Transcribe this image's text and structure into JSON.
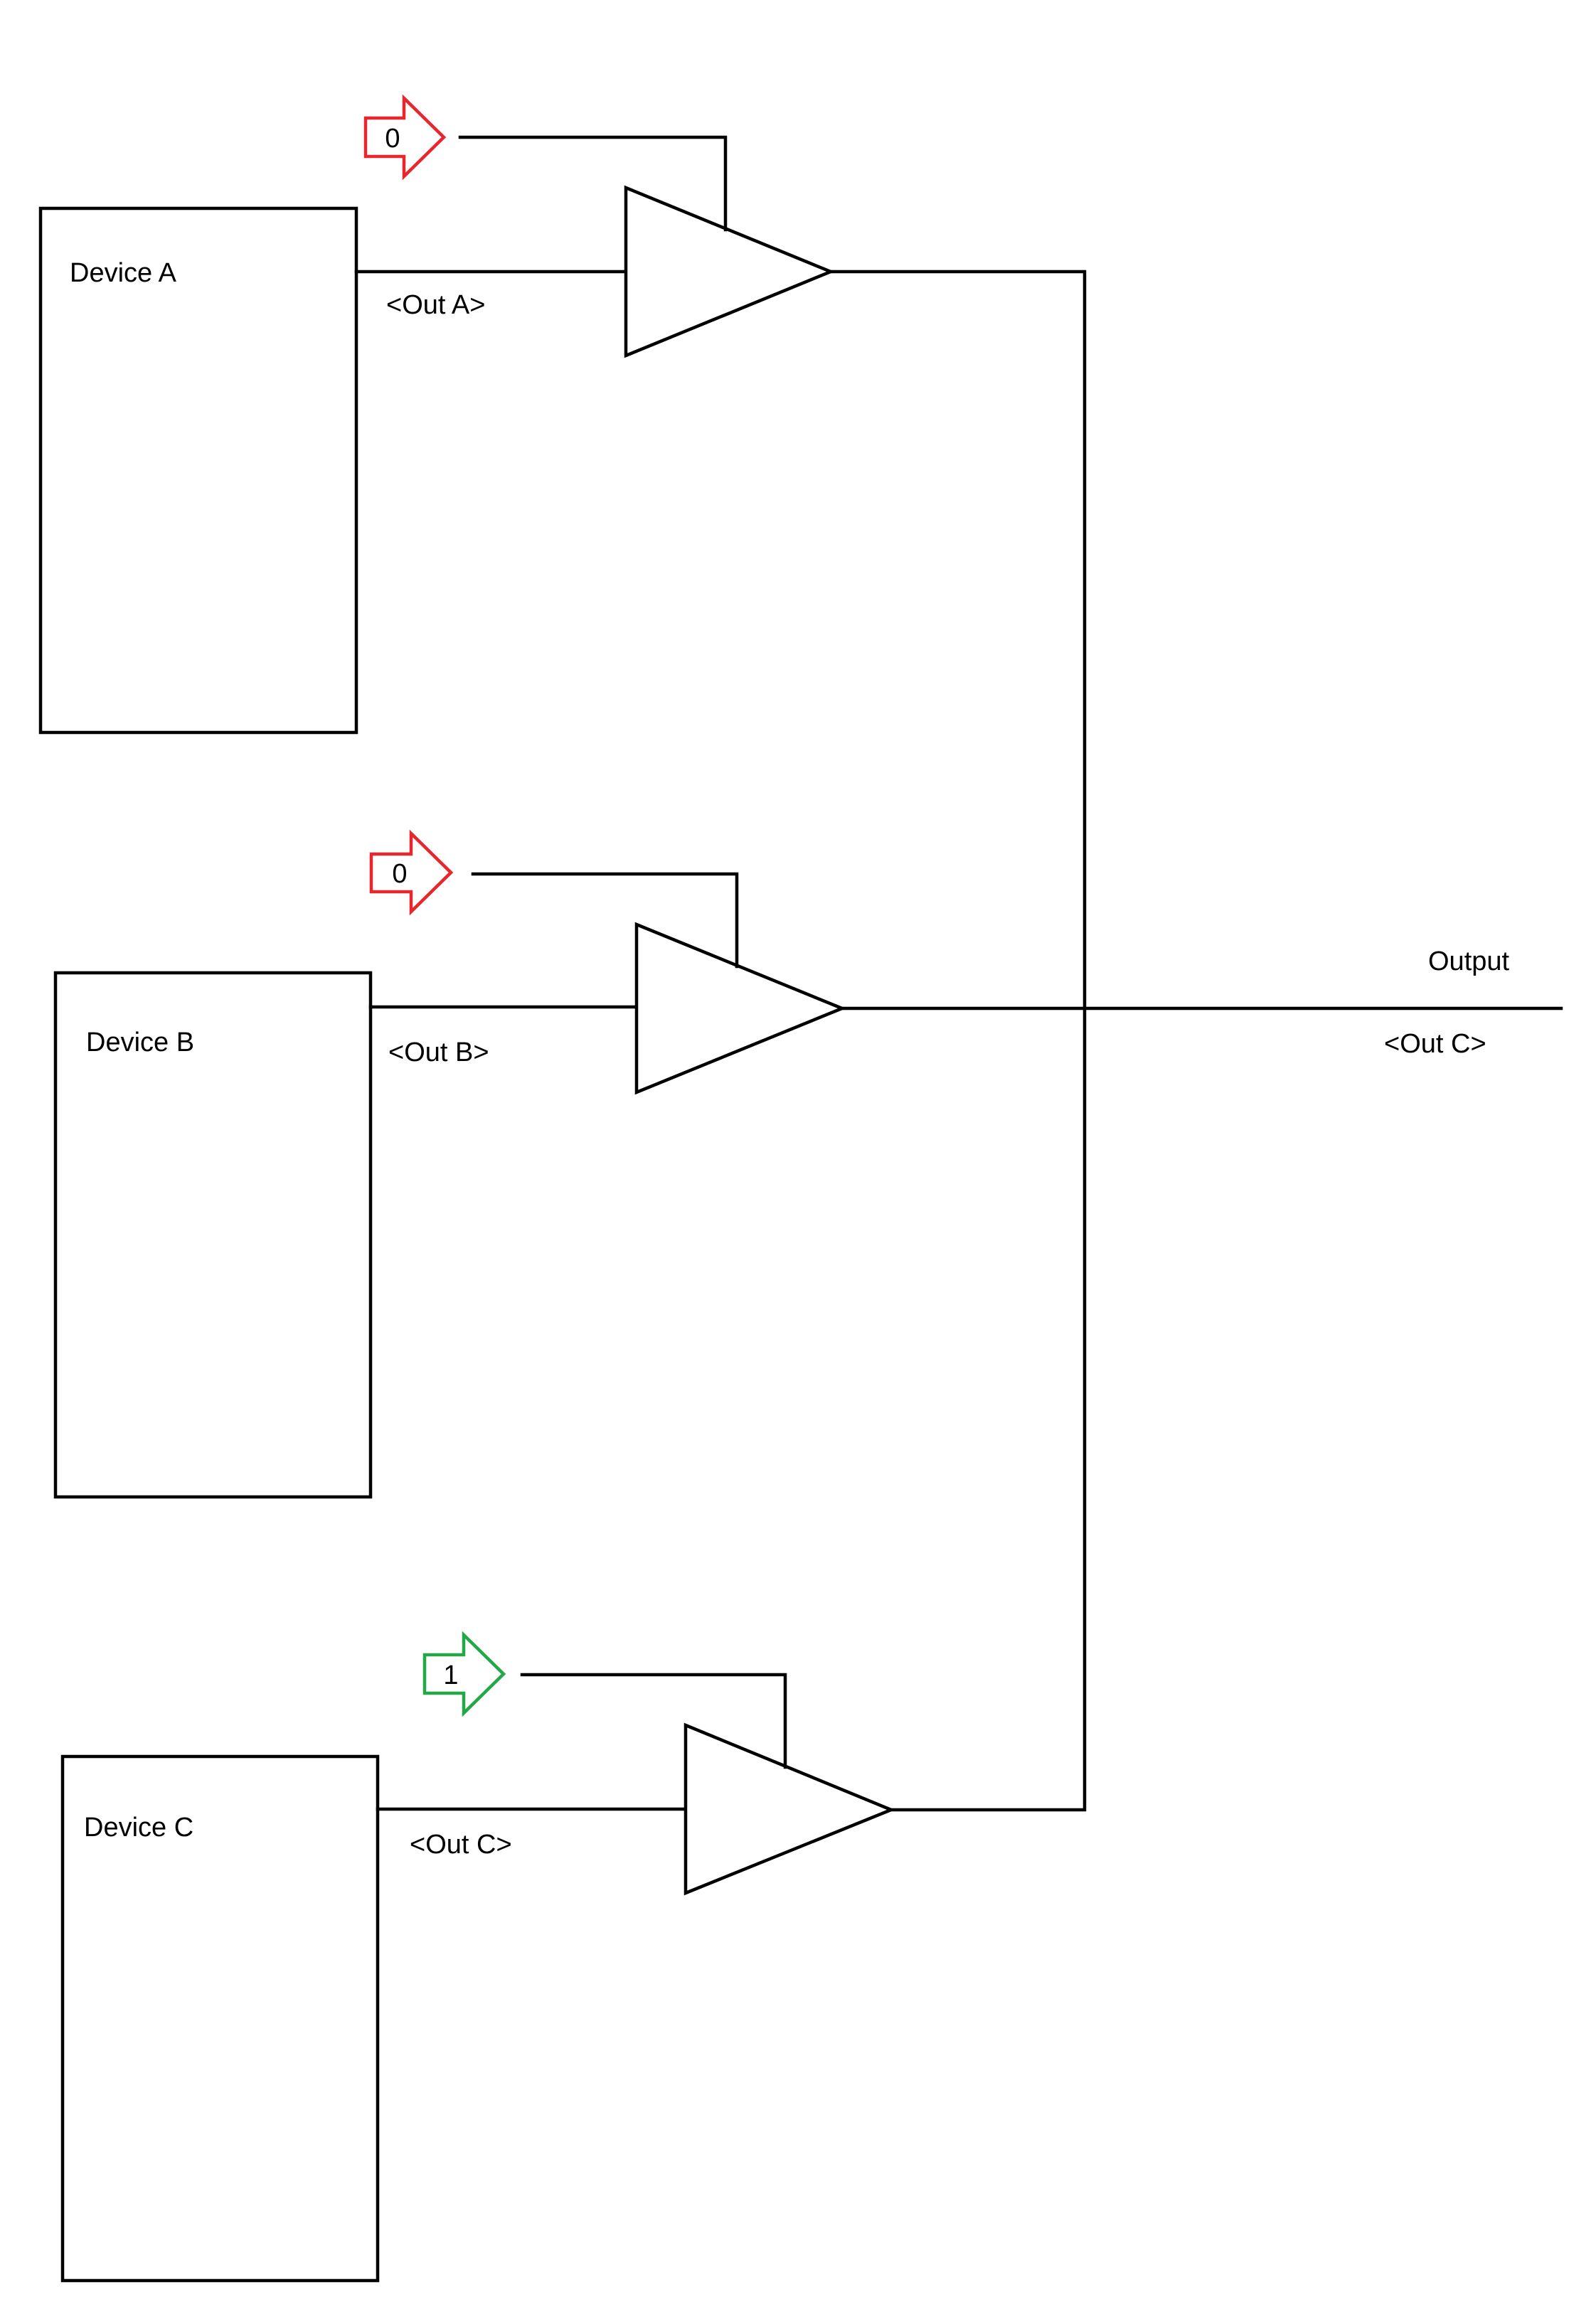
{
  "colors": {
    "enable_off": "#e8262b",
    "enable_on": "#22a845",
    "line": "#000000"
  },
  "devices": [
    {
      "label": "Device A",
      "out_label": "<Out A>",
      "enable_value": "0",
      "enable_state": "off"
    },
    {
      "label": "Device B",
      "out_label": "<Out B>",
      "enable_value": "0",
      "enable_state": "off"
    },
    {
      "label": "Device C",
      "out_label": "<Out C>",
      "enable_value": "1",
      "enable_state": "on"
    }
  ],
  "output": {
    "label": "Output",
    "signal_label": "<Out C>"
  }
}
